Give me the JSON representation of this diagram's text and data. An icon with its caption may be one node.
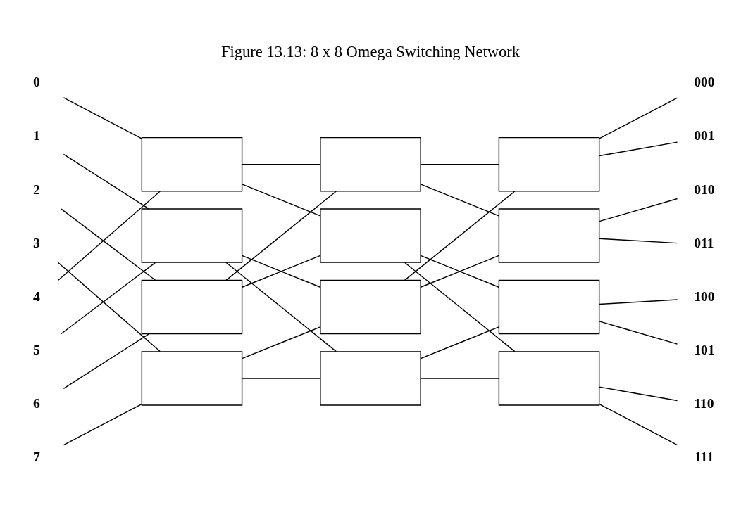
{
  "diagram": {
    "title": "Figure 13.13: 8 x 8 Omega Switching Network",
    "nodes": [
      {
        "text": [
          "0"
        ]
      },
      {
        "text": [
          "1"
        ]
      },
      {
        "text": [
          "2"
        ]
      },
      {
        "text": [
          "3"
        ]
      },
      {
        "text": [
          "4"
        ]
      },
      {
        "text": [
          "5"
        ]
      },
      {
        "text": [
          "6"
        ]
      },
      {
        "text": [
          "7"
        ]
      },
      {
        "text": [],
        "shape": "box"
      },
      {
        "text": [],
        "shape": "box"
      },
      {
        "text": [],
        "shape": "box"
      },
      {
        "text": [],
        "shape": "box"
      },
      {
        "text": [],
        "shape": "box"
      },
      {
        "text": [],
        "shape": "box"
      },
      {
        "text": [],
        "shape": "box"
      },
      {
        "text": [],
        "shape": "box"
      },
      {
        "text": [],
        "shape": "box"
      },
      {
        "text": [],
        "shape": "box"
      },
      {
        "text": [],
        "shape": "box"
      },
      {
        "text": [],
        "shape": "box"
      },
      {
        "text": [
          "000"
        ]
      },
      {
        "text": [
          "001"
        ]
      },
      {
        "text": [
          "010"
        ]
      },
      {
        "text": [
          "011"
        ]
      },
      {
        "text": [
          "100"
        ]
      },
      {
        "text": [
          "101"
        ]
      },
      {
        "text": [
          "110"
        ]
      },
      {
        "text": [
          "111"
        ]
      }
    ],
    "edges": [
      {
        "from": 0,
        "to": 8,
        "arrow": "none"
      },
      {
        "from": 1,
        "to": 9,
        "arrow": "none"
      },
      {
        "from": 2,
        "to": 10,
        "arrow": "none"
      },
      {
        "from": 3,
        "to": 11,
        "arrow": "none"
      },
      {
        "from": 4,
        "to": 8,
        "arrow": "none"
      },
      {
        "from": 5,
        "to": 9,
        "arrow": "none"
      },
      {
        "from": 6,
        "to": 10,
        "arrow": "none"
      },
      {
        "from": 7,
        "to": 11,
        "arrow": "none"
      },
      {
        "from": 8,
        "to": 12,
        "arrow": "none"
      },
      {
        "from": 8,
        "to": 13,
        "arrow": "none"
      },
      {
        "from": 9,
        "to": 14,
        "arrow": "none"
      },
      {
        "from": 9,
        "to": 15,
        "arrow": "none"
      },
      {
        "from": 10,
        "to": 12,
        "arrow": "none"
      },
      {
        "from": 10,
        "to": 13,
        "arrow": "none"
      },
      {
        "from": 11,
        "to": 14,
        "arrow": "none"
      },
      {
        "from": 11,
        "to": 15,
        "arrow": "none"
      },
      {
        "from": 12,
        "to": 16,
        "arrow": "none"
      },
      {
        "from": 12,
        "to": 17,
        "arrow": "none"
      },
      {
        "from": 13,
        "to": 18,
        "arrow": "none"
      },
      {
        "from": 13,
        "to": 19,
        "arrow": "none"
      },
      {
        "from": 14,
        "to": 16,
        "arrow": "none"
      },
      {
        "from": 14,
        "to": 17,
        "arrow": "none"
      },
      {
        "from": 15,
        "to": 18,
        "arrow": "none"
      },
      {
        "from": 15,
        "to": 19,
        "arrow": "none"
      },
      {
        "from": 16,
        "to": 20,
        "arrow": "none"
      },
      {
        "from": 16,
        "to": 21,
        "arrow": "none"
      },
      {
        "from": 17,
        "to": 22,
        "arrow": "none"
      },
      {
        "from": 17,
        "to": 23,
        "arrow": "none"
      },
      {
        "from": 18,
        "to": 24,
        "arrow": "none"
      },
      {
        "from": 18,
        "to": 25,
        "arrow": "none"
      },
      {
        "from": 19,
        "to": 26,
        "arrow": "none"
      },
      {
        "from": 19,
        "to": 27,
        "arrow": "none"
      }
    ]
  }
}
